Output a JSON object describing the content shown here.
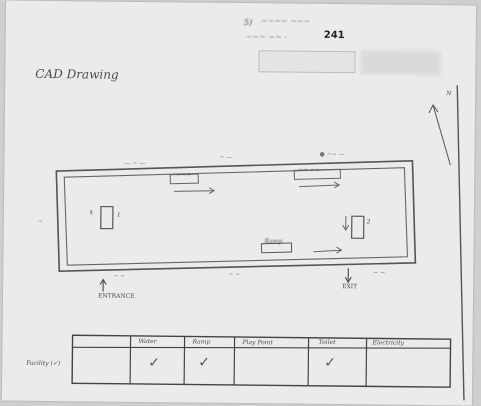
{
  "header": {
    "line1": "5) ",
    "line2_prefix": "",
    "id_number": "241",
    "stamp": ""
  },
  "drawing": {
    "title": "CAD Drawing",
    "entrance_label": "ENTRANCE",
    "exit_label": "EXIT",
    "ramp_label": "Ramp",
    "arrow_label": "N"
  },
  "facility_table": {
    "row_label": "Facility (✓)",
    "columns": [
      "Water",
      "Ramp",
      "Play Point",
      "Toilet",
      "Electricity"
    ],
    "checked": [
      true,
      true,
      false,
      true,
      false
    ],
    "check_mark": "✓"
  }
}
